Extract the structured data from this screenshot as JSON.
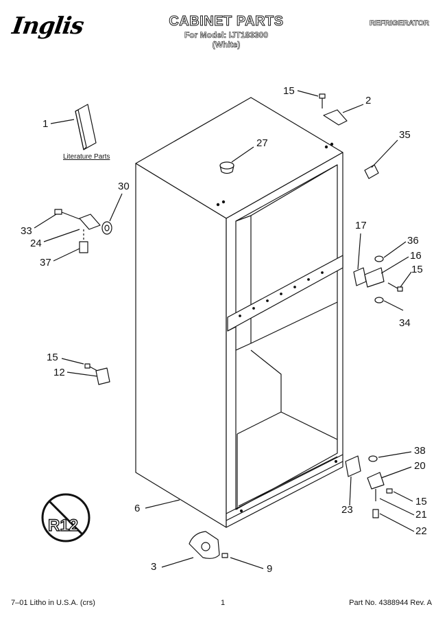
{
  "header": {
    "brand": "Inglis",
    "title": "CABINET PARTS",
    "model_line": "For Model: IJT183300",
    "color_line": "(White)",
    "category": "REFRIGERATOR"
  },
  "literature_label": "Literature Parts",
  "callouts": [
    "1",
    "2",
    "3",
    "6",
    "9",
    "12",
    "15",
    "15",
    "15",
    "15",
    "16",
    "17",
    "20",
    "21",
    "22",
    "23",
    "24",
    "27",
    "30",
    "33",
    "34",
    "35",
    "36",
    "37",
    "38"
  ],
  "badge_text": "R12",
  "footer": {
    "litho": "7–01 Litho in U.S.A. (crs)",
    "page": "1",
    "part_no": "Part No. 4388944 Rev. A"
  }
}
